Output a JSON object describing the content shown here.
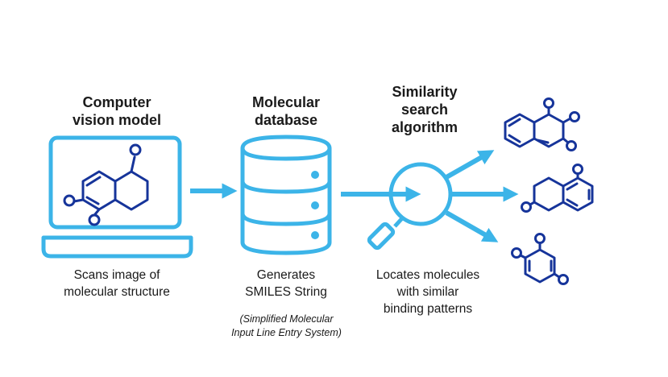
{
  "stages": [
    {
      "title_lines": [
        "Computer",
        "vision model"
      ],
      "description_lines": [
        "Scans image of",
        "molecular structure"
      ],
      "icon": "laptop-molecule-icon"
    },
    {
      "title_lines": [
        "Molecular",
        "database"
      ],
      "description_lines": [
        "Generates",
        "SMILES String"
      ],
      "note_lines": [
        "(Simplified Molecular",
        "Input Line Entry System)"
      ],
      "icon": "database-icon"
    },
    {
      "title_lines": [
        "Similarity",
        "search",
        "algorithm"
      ],
      "description_lines": [
        "Locates molecules",
        "with similar",
        "binding patterns"
      ],
      "icon": "magnifier-icon"
    }
  ],
  "results": [
    {
      "icon": "naphthalene-molecule-icon"
    },
    {
      "icon": "chromane-molecule-icon"
    },
    {
      "icon": "benzene-molecule-icon"
    }
  ],
  "colors": {
    "light_blue": "#3cb4e8",
    "dark_blue": "#16349a",
    "text": "#1a1a1a"
  }
}
